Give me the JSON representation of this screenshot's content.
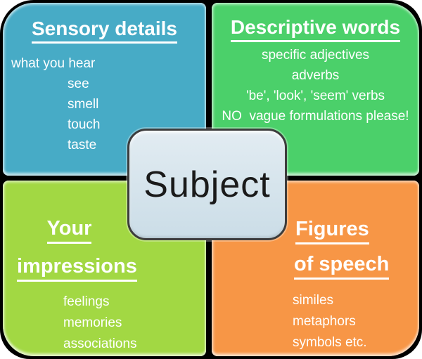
{
  "colors": {
    "page_bg": "#ffffff",
    "board_bg": "#000000",
    "teal": "#47abc6",
    "green": "#4bd06a",
    "lime": "#a2d843",
    "orange": "#f79646",
    "text": "#ffffff",
    "center_fill_top": "#e2ecf2",
    "center_fill_bottom": "#cbdde7",
    "center_border": "#3d3d3d",
    "center_text": "#1a1a1a"
  },
  "center": {
    "label": "Subject"
  },
  "quadrants": [
    {
      "id": "sensory-details",
      "title": "Sensory details",
      "items": [
        "what you hear",
        "see",
        "smell",
        "touch",
        "taste"
      ]
    },
    {
      "id": "descriptive-words",
      "title": "Descriptive words",
      "items": [
        "specific adjectives",
        "adverbs",
        "'be', 'look', 'seem' verbs",
        "NO  vague formulations please!"
      ]
    },
    {
      "id": "your-impressions",
      "title_line1": "Your",
      "title_line2": "impressions",
      "items": [
        "feelings",
        "memories",
        "associations"
      ]
    },
    {
      "id": "figures-of-speech",
      "title_line1": "Figures",
      "title_line2": "of speech",
      "items": [
        "similes",
        "metaphors",
        "symbols etc."
      ]
    }
  ]
}
